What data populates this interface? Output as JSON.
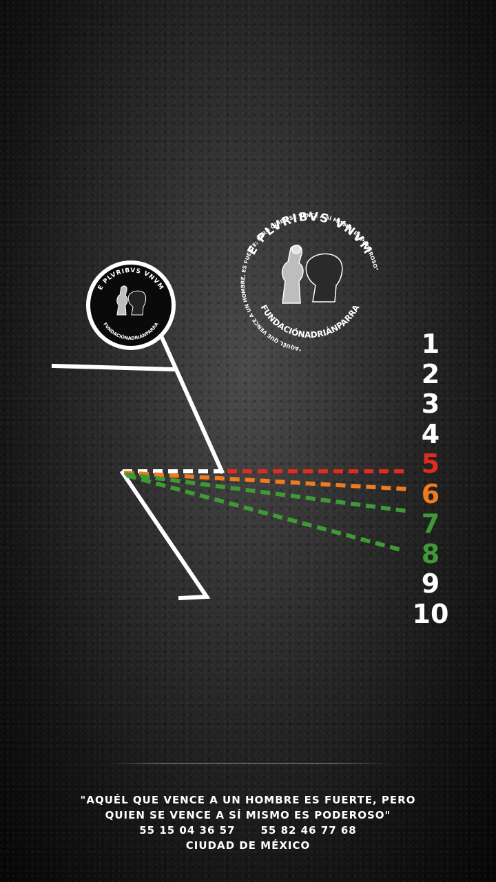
{
  "seal": {
    "motto": "E PLVRIBVS VNVM",
    "foundation": "FUNDACIÓNADRIÁNPARRA",
    "quote_ring": "\"AQUÉL QUE VENCE A UN HOMBRE, ES FUERTE; PERO QUIEN SE VENCE A SÍ MISMO, ES PODEROSO\""
  },
  "scale": {
    "numbers": [
      "1",
      "2",
      "3",
      "4",
      "5",
      "6",
      "7",
      "8",
      "9",
      "10"
    ],
    "highlight_colors": {
      "5": "#e02b20",
      "6": "#f07a1e",
      "7": "#3f9a35",
      "8": "#3f9a35"
    }
  },
  "colors": {
    "red": "#e02b20",
    "orange": "#f07a1e",
    "green": "#3f9a35",
    "white": "#ffffff"
  },
  "footer": {
    "quote_line1": "\"Aquél que vence a un hombre es fuerte, pero",
    "quote_line2": "quien se vence a sí mismo es poderoso\"",
    "phone1": "55 15 04 36 57",
    "phone2": "55 82 46 77 68",
    "city": "Ciudad de México"
  }
}
